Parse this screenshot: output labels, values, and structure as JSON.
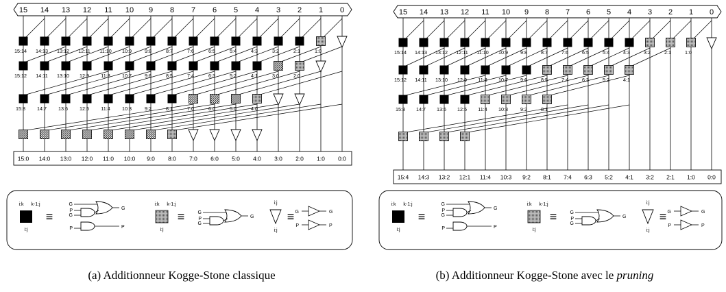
{
  "bits": [
    "15",
    "14",
    "13",
    "12",
    "11",
    "10",
    "9",
    "8",
    "7",
    "6",
    "5",
    "4",
    "3",
    "2",
    "1",
    "0"
  ],
  "classic": {
    "stage1_labels": [
      "15:14",
      "14:13",
      "13:12",
      "12:11",
      "11:10",
      "10:9",
      "9:8",
      "8:7",
      "7:6",
      "6:5",
      "5:4",
      "4:3",
      "3:2",
      "2:1",
      "1:0"
    ],
    "stage2_labels": [
      "15:12",
      "14:11",
      "13:10",
      "12:9",
      "11:8",
      "10:7",
      "9:6",
      "8:5",
      "7:4",
      "6:3",
      "5:2",
      "4:1",
      "3:0",
      "2:0"
    ],
    "stage3_labels": [
      "15:8",
      "14:7",
      "13:6",
      "12:5",
      "11:4",
      "10:3",
      "9:2",
      "8:1",
      "7:0",
      "6:0",
      "5:0",
      "4:0"
    ],
    "outputs": [
      "15:0",
      "14:0",
      "13:0",
      "12:0",
      "11:0",
      "10:0",
      "9:0",
      "8:0",
      "7:0",
      "6:0",
      "5:0",
      "4:0",
      "3:0",
      "2:0",
      "1:0",
      "0:0"
    ],
    "caption": "(a)  Additionneur Kogge-Stone classique"
  },
  "pruned": {
    "stage1_labels": [
      "15:14",
      "14:13",
      "13:12",
      "12:11",
      "11:10",
      "10:9",
      "9:8",
      "8:7",
      "7:6",
      "6:5",
      "5:4",
      "4:3",
      "3:2",
      "2:1",
      "1:0"
    ],
    "stage2_labels": [
      "15:12",
      "14:11",
      "13:10",
      "12:9",
      "11:8",
      "10:7",
      "9:6",
      "8:5",
      "7:4",
      "6:3",
      "5:2",
      "4:1"
    ],
    "stage3_labels": [
      "15:8",
      "14:7",
      "13:6",
      "12:5",
      "11:4",
      "10:3",
      "9:2",
      "8:1"
    ],
    "outputs": [
      "15:4",
      "14:3",
      "13:2",
      "12:1",
      "11:4",
      "10:3",
      "9:2",
      "8:1",
      "7:4",
      "6:3",
      "5:2",
      "4:1",
      "3:2",
      "2:1",
      "1:0",
      "0:0"
    ],
    "caption_main": "(b)  Additionneur Kogge-Stone avec le ",
    "caption_em": "pruning"
  },
  "legend": {
    "black_top_left": "i:k",
    "black_top_right": "k-1:j",
    "black_bottom": "i:j",
    "gray_top_left": "i:k",
    "gray_top_right": "k-1:j",
    "gray_bottom": "i:j",
    "buf_top": "i:j",
    "buf_bottom": "i:j",
    "equiv": "≡",
    "g_ik": "G",
    "sub_ik": "i:k",
    "p_ik": "P",
    "g_k1j": "G",
    "sub_k1j": "k-1:j",
    "p_k1j": "P",
    "g_ij": "G",
    "p_ij": "P",
    "sub_ij": "i:j"
  },
  "colors": {
    "black": "#000000",
    "gray": "#9a9a9a",
    "check_a": "#ffffff",
    "check_b": "#333333"
  }
}
